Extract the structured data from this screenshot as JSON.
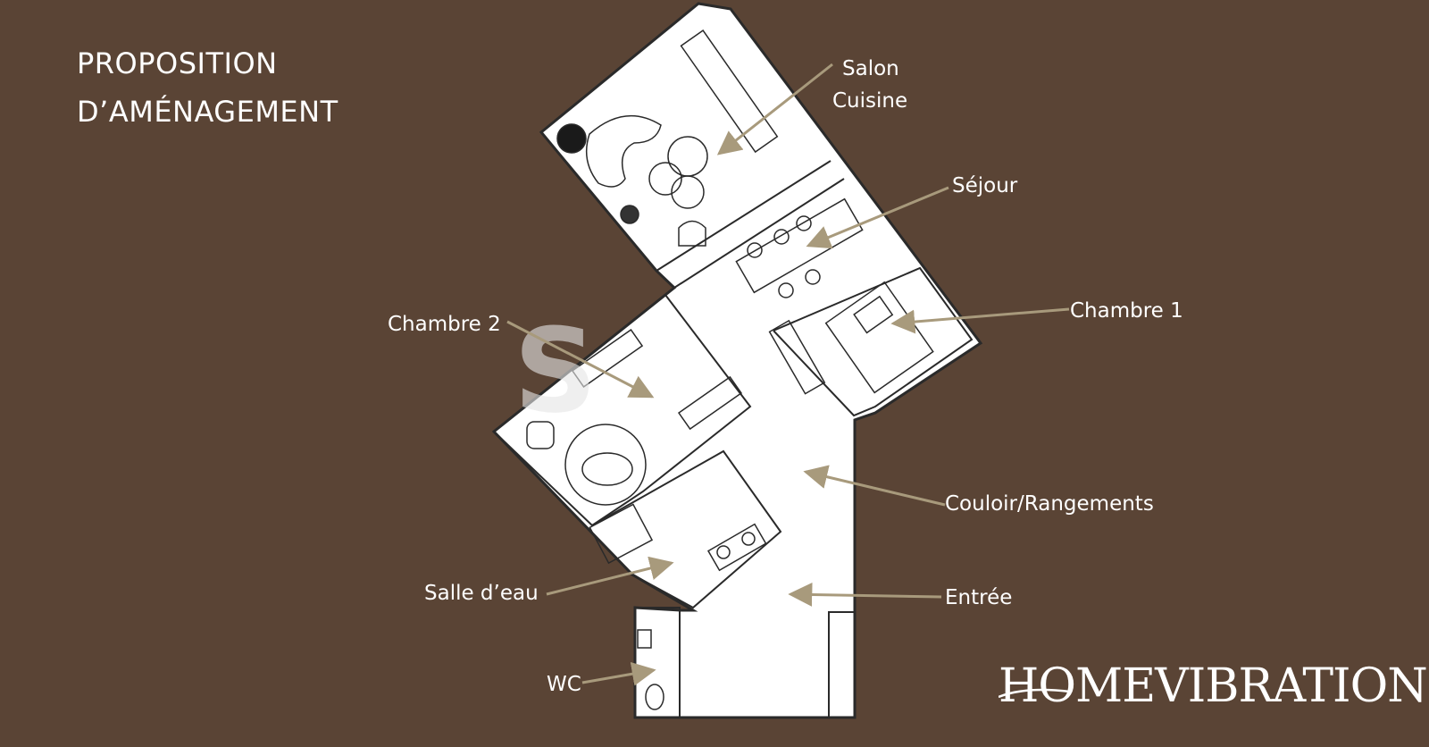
{
  "title": {
    "line1": "PROPOSITION",
    "line2": "D’AMÉNAGEMENT"
  },
  "rooms": [
    {
      "id": "salon",
      "label": "Salon",
      "label2": "Cuisine"
    },
    {
      "id": "sejour",
      "label": "Séjour"
    },
    {
      "id": "chambre1",
      "label": "Chambre 1"
    },
    {
      "id": "chambre2",
      "label": "Chambre 2"
    },
    {
      "id": "couloir",
      "label": "Couloir/Rangements"
    },
    {
      "id": "salle",
      "label": "Salle d’eau"
    },
    {
      "id": "entree",
      "label": "Entrée"
    },
    {
      "id": "wc",
      "label": "WC"
    }
  ],
  "brand": "HOMEVIBRATIONS",
  "colors": {
    "background": "#5a4435",
    "plan_fill": "#ffffff",
    "plan_stroke": "#2a2a2a",
    "arrow": "#a89a7c"
  }
}
